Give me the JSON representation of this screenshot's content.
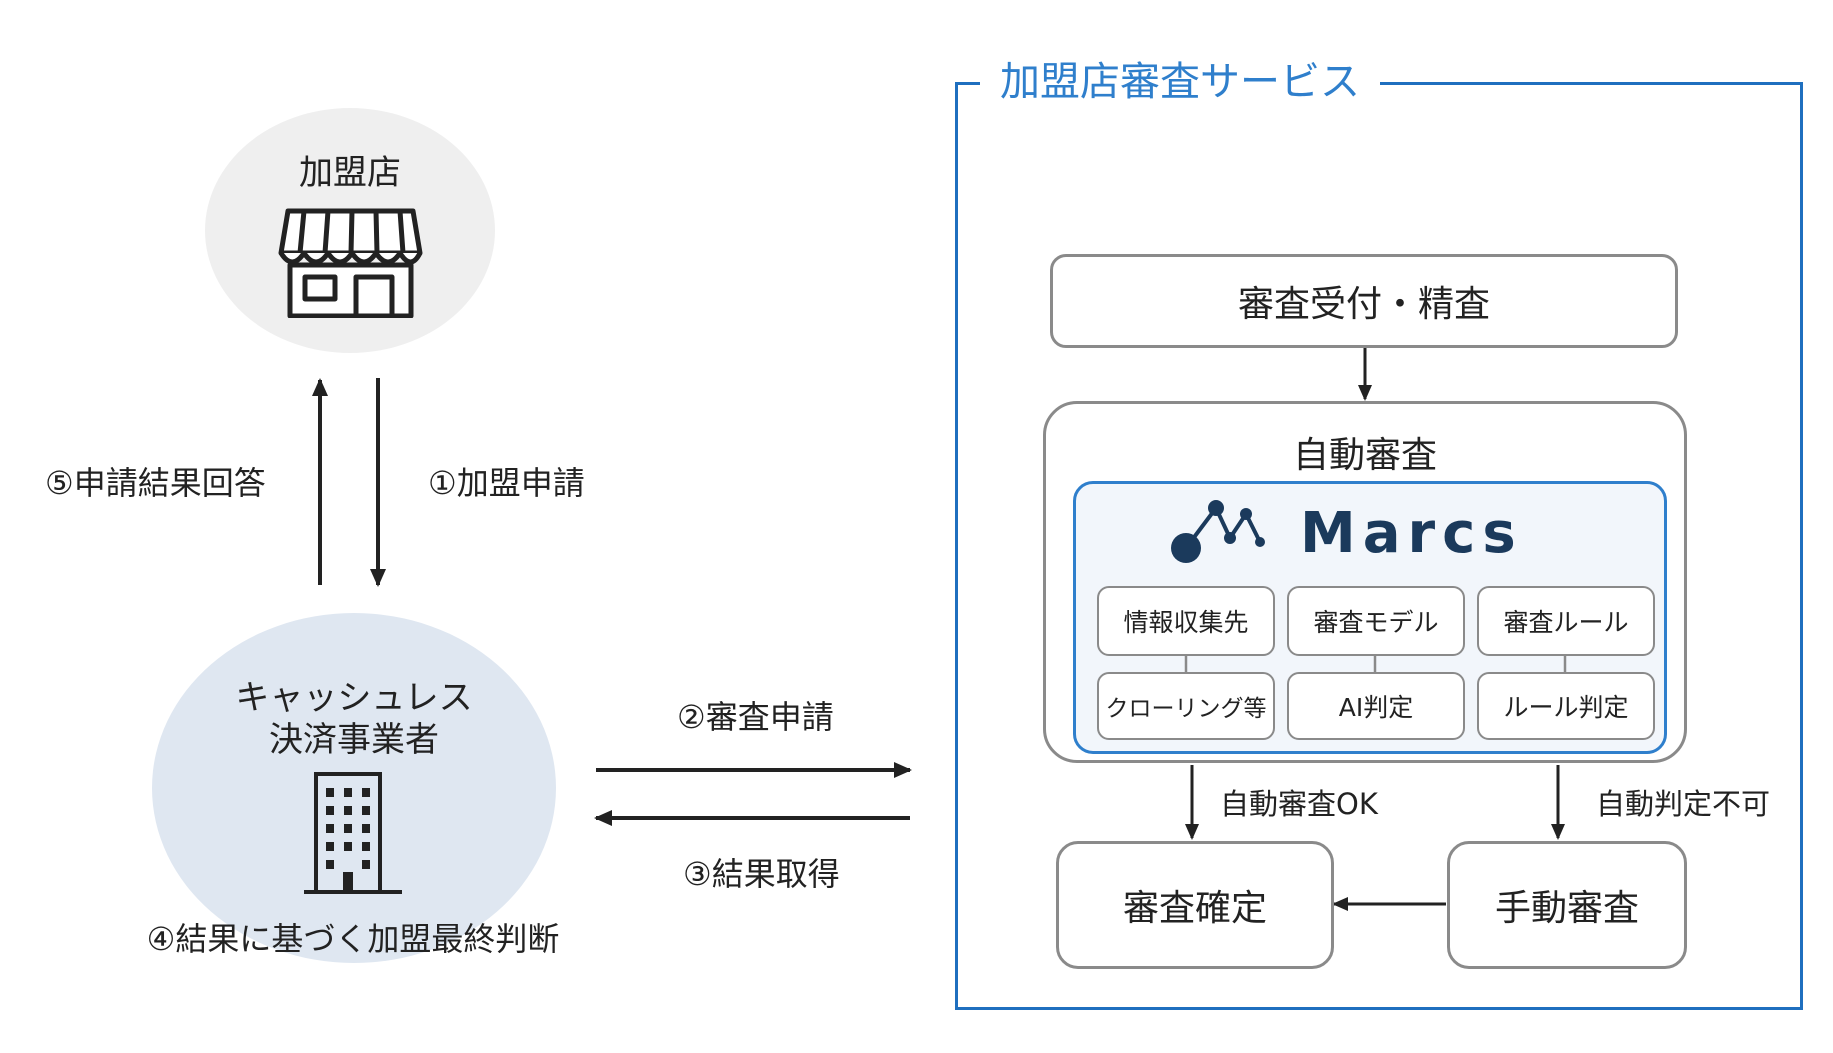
{
  "merchant": {
    "label": "加盟店",
    "icon": "storefront-icon"
  },
  "provider": {
    "label_line1": "キャッシュレス",
    "label_line2": "決済事業者",
    "icon": "office-building-icon"
  },
  "steps": {
    "step1": "①加盟申請",
    "step2": "②審査申請",
    "step3": "③結果取得",
    "step4": "④結果に基づく加盟最終判断",
    "step5": "⑤申請結果回答"
  },
  "service": {
    "title": "加盟店審査サービス",
    "reception": "審査受付・精査",
    "auto_review": "自動審査",
    "marcs": {
      "logo_text": "Marcs",
      "logo_icon": "marcs-network-icon",
      "top_row": [
        "情報収集先",
        "審査モデル",
        "審査ルール"
      ],
      "bottom_row": [
        "クローリング等",
        "AI判定",
        "ルール判定"
      ]
    },
    "auto_ok": "自動審査OK",
    "auto_undecidable": "自動判定不可",
    "confirm": "審査確定",
    "manual": "手動審査"
  },
  "colors": {
    "service_border": "#1f6fbf",
    "service_title": "#2f7fcc",
    "marcs_navy": "#1b3a5c",
    "marcs_panel": "#f2f6fb",
    "merchant_circle": "#efefef",
    "provider_circle": "#dfe7f1"
  }
}
